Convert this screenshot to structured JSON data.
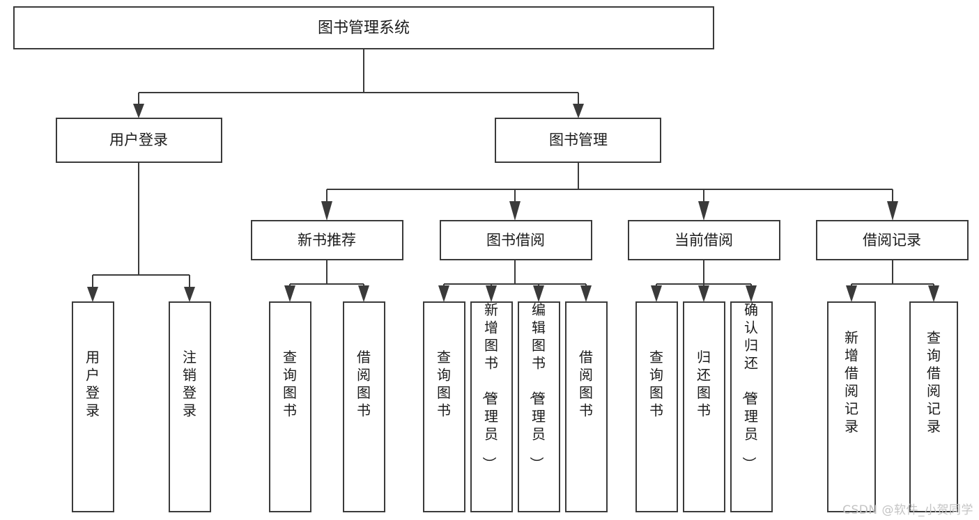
{
  "diagram": {
    "type": "tree",
    "title": "图书管理系统",
    "watermark": "CSDN @软件_小贺同学",
    "colors": {
      "background": "#ffffff",
      "stroke": "#3a3a3a",
      "text": "#1b1b1b",
      "watermark": "#c4c4c4"
    },
    "root": {
      "id": "root",
      "label": "图书管理系统",
      "orientation": "horizontal"
    },
    "level2": [
      {
        "id": "user-login",
        "label": "用户登录",
        "orientation": "horizontal"
      },
      {
        "id": "book-manage",
        "label": "图书管理",
        "orientation": "horizontal"
      }
    ],
    "level3": [
      {
        "id": "new-book-rec",
        "label": "新书推荐",
        "orientation": "horizontal",
        "parent": "book-manage"
      },
      {
        "id": "book-borrow",
        "label": "图书借阅",
        "orientation": "horizontal",
        "parent": "book-manage"
      },
      {
        "id": "current-borrow",
        "label": "当前借阅",
        "orientation": "horizontal",
        "parent": "book-manage"
      },
      {
        "id": "borrow-record",
        "label": "借阅记录",
        "orientation": "horizontal",
        "parent": "book-manage"
      }
    ],
    "leaves": [
      {
        "id": "leaf-user-login",
        "label": "用户登录",
        "parent": "user-login",
        "orientation": "vertical"
      },
      {
        "id": "leaf-user-logout",
        "label": "注销登录",
        "parent": "user-login",
        "orientation": "vertical"
      },
      {
        "id": "leaf-rec-query",
        "label": "查询图书",
        "parent": "new-book-rec",
        "orientation": "vertical"
      },
      {
        "id": "leaf-rec-borrow",
        "label": "借阅图书",
        "parent": "new-book-rec",
        "orientation": "vertical"
      },
      {
        "id": "leaf-borrow-query",
        "label": "查询图书",
        "parent": "book-borrow",
        "orientation": "vertical"
      },
      {
        "id": "leaf-borrow-add",
        "label": "新增图书（管理员）",
        "parent": "book-borrow",
        "orientation": "vertical"
      },
      {
        "id": "leaf-borrow-edit",
        "label": "编辑图书（管理员）",
        "parent": "book-borrow",
        "orientation": "vertical"
      },
      {
        "id": "leaf-borrow-lend",
        "label": "借阅图书",
        "parent": "book-borrow",
        "orientation": "vertical"
      },
      {
        "id": "leaf-current-query",
        "label": "查询图书",
        "parent": "current-borrow",
        "orientation": "vertical"
      },
      {
        "id": "leaf-current-return",
        "label": "归还图书",
        "parent": "current-borrow",
        "orientation": "vertical"
      },
      {
        "id": "leaf-current-confirm",
        "label": "确认归还（管理员）",
        "parent": "current-borrow",
        "orientation": "vertical"
      },
      {
        "id": "leaf-record-add",
        "label": "新增借阅记录",
        "parent": "borrow-record",
        "orientation": "vertical"
      },
      {
        "id": "leaf-record-query",
        "label": "查询借阅记录",
        "parent": "borrow-record",
        "orientation": "vertical"
      }
    ]
  }
}
